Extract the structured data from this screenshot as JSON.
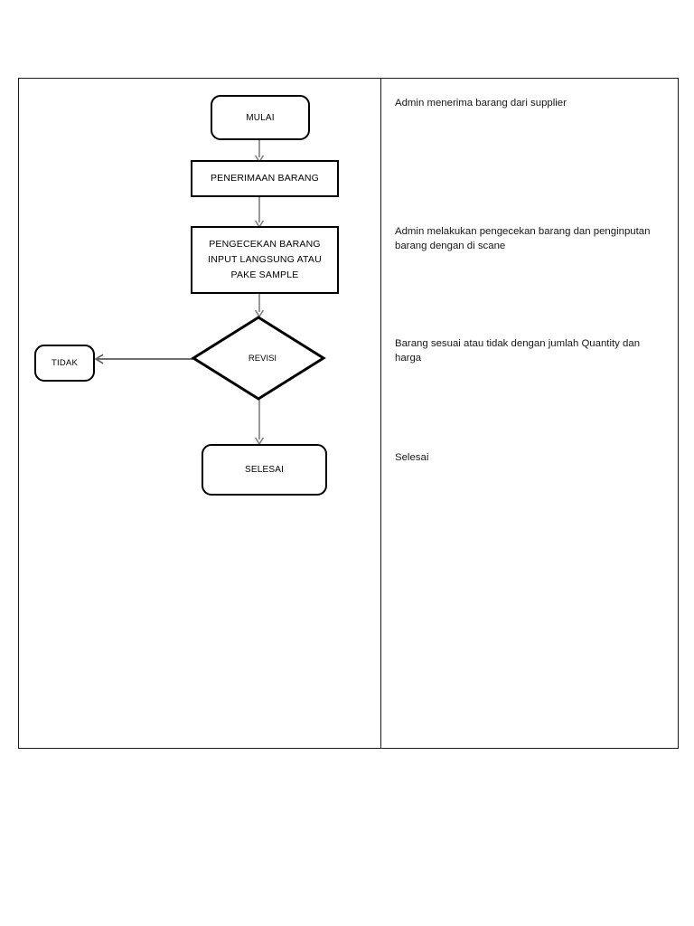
{
  "document": {
    "type": "flowchart",
    "language": "id",
    "border_color": "#1a1a1a",
    "shape_stroke_color": "#000000",
    "connector_color": "#7f7f7f",
    "text_color": "#161616"
  },
  "flowchart": {
    "nodes": [
      {
        "id": "mulai",
        "shape": "terminator",
        "label": "MULAI"
      },
      {
        "id": "penerimaan",
        "shape": "process",
        "label": "PENERIMAAN BARANG"
      },
      {
        "id": "pengecekan",
        "shape": "process",
        "lines": [
          "PENGECEKAN BARANG",
          "INPUT LANGSUNG ATAU",
          "PAKE SAMPLE"
        ]
      },
      {
        "id": "revisi",
        "shape": "decision",
        "label": "REVISI"
      },
      {
        "id": "tidak",
        "shape": "terminator",
        "label": "TIDAK"
      },
      {
        "id": "selesai",
        "shape": "terminator",
        "label": "SELESAI"
      }
    ],
    "edges": [
      {
        "from": "mulai",
        "to": "penerimaan",
        "direction": "down",
        "label": ""
      },
      {
        "from": "penerimaan",
        "to": "pengecekan",
        "direction": "down",
        "label": ""
      },
      {
        "from": "pengecekan",
        "to": "revisi",
        "direction": "down",
        "label": ""
      },
      {
        "from": "revisi",
        "to": "tidak",
        "direction": "left",
        "label": ""
      },
      {
        "from": "revisi",
        "to": "selesai",
        "direction": "down",
        "label": ""
      }
    ]
  },
  "notes": [
    {
      "id": "note-1",
      "text": "Admin menerima barang dari supplier"
    },
    {
      "id": "note-2",
      "text": "Admin melakukan pengecekan barang dan penginputan barang dengan di scane"
    },
    {
      "id": "note-3",
      "text": "Barang sesuai atau tidak dengan jumlah Quantity dan harga"
    },
    {
      "id": "note-4",
      "text": "Selesai"
    }
  ]
}
